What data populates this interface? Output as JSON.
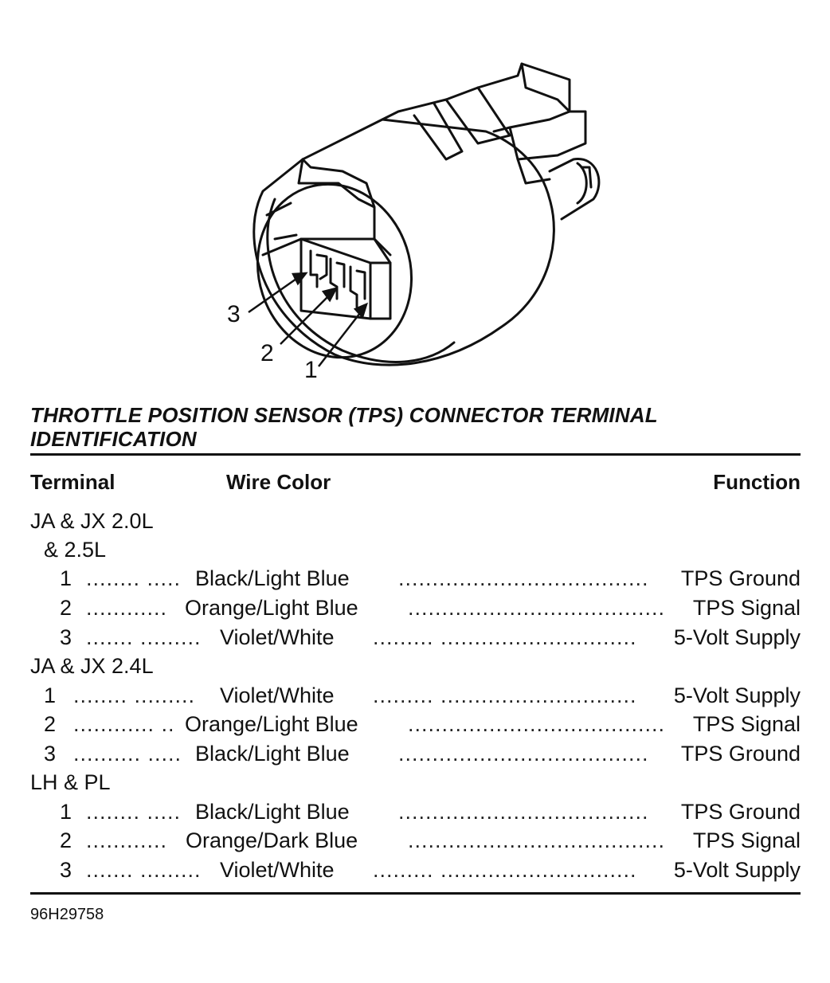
{
  "figure": {
    "callouts": [
      "3",
      "2",
      "1"
    ]
  },
  "title": "THROTTLE POSITION SENSOR (TPS) CONNECTOR TERMINAL IDENTIFICATION",
  "headers": {
    "terminal": "Terminal",
    "wire_color": "Wire Color",
    "function": "Function"
  },
  "groups": [
    {
      "name": "JA & JX 2.0L",
      "name2": "& 2.5L",
      "rows": [
        {
          "terminal": "1",
          "color": "Black/Light Blue",
          "function": "TPS Ground"
        },
        {
          "terminal": "2",
          "color": "Orange/Light Blue",
          "function": "TPS Signal"
        },
        {
          "terminal": "3",
          "color": "Violet/White",
          "function": "5-Volt Supply"
        }
      ]
    },
    {
      "name": "JA & JX 2.4L",
      "rows": [
        {
          "terminal": "1",
          "color": "Violet/White",
          "function": "5-Volt Supply"
        },
        {
          "terminal": "2",
          "color": "Orange/Light Blue",
          "function": "TPS Signal"
        },
        {
          "terminal": "3",
          "color": "Black/Light Blue",
          "function": "TPS Ground"
        }
      ]
    },
    {
      "name": "LH & PL",
      "rows": [
        {
          "terminal": "1",
          "color": "Black/Light Blue",
          "function": "TPS Ground"
        },
        {
          "terminal": "2",
          "color": "Orange/Dark Blue",
          "function": "TPS Signal"
        },
        {
          "terminal": "3",
          "color": "Violet/White",
          "function": "5-Volt Supply"
        }
      ]
    }
  ],
  "figure_code": "96H29758"
}
